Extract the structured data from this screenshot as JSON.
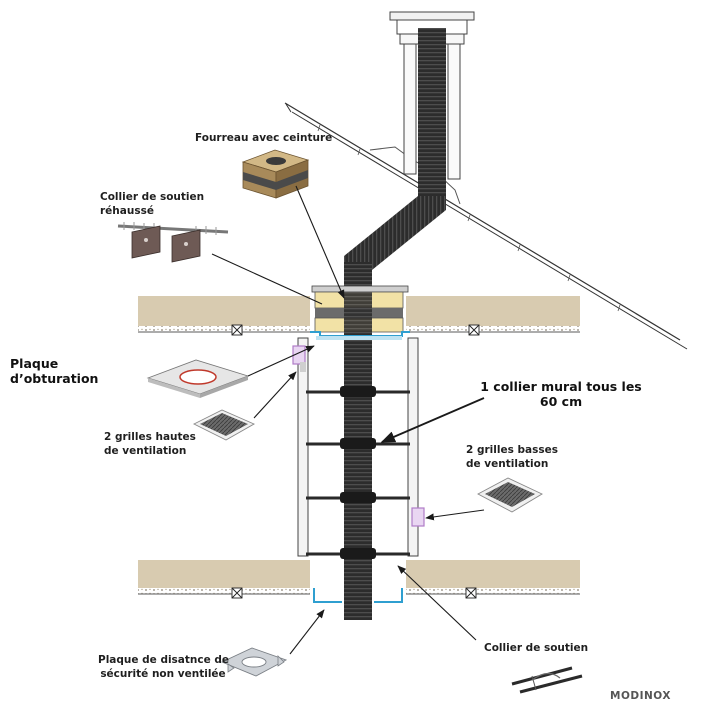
{
  "labels": {
    "fourreau": "Fourreau avec ceinture",
    "collier_rehausse_l1": "Collier de soutien",
    "collier_rehausse_l2": "réhaussé",
    "plaque_obturation_l1": "Plaque",
    "plaque_obturation_l2": "d’obturation",
    "grilles_hautes_l1": "2 grilles hautes",
    "grilles_hautes_l2": "de ventilation",
    "collier_mural_l1": "1 collier mural tous les",
    "collier_mural_l2": "60 cm",
    "grilles_basses_l1": "2 grilles basses",
    "grilles_basses_l2": "de ventilation",
    "collier_soutien": "Collier de soutien",
    "plaque_distance_l1": "Plaque de disatnce de",
    "plaque_distance_l2": "sécurité non ventilée"
  },
  "brand": "MODINOX",
  "colors": {
    "floor": "#d8cbb0",
    "floor_edge": "#b7a887",
    "pipe": "#2a2a2a",
    "pipe_ring": "#4a4a4a",
    "sleeve": "#f2e2a6",
    "accent_blue": "#2f9fd0",
    "accent_purple": "#b07cc8",
    "line": "#1a1a1a"
  }
}
